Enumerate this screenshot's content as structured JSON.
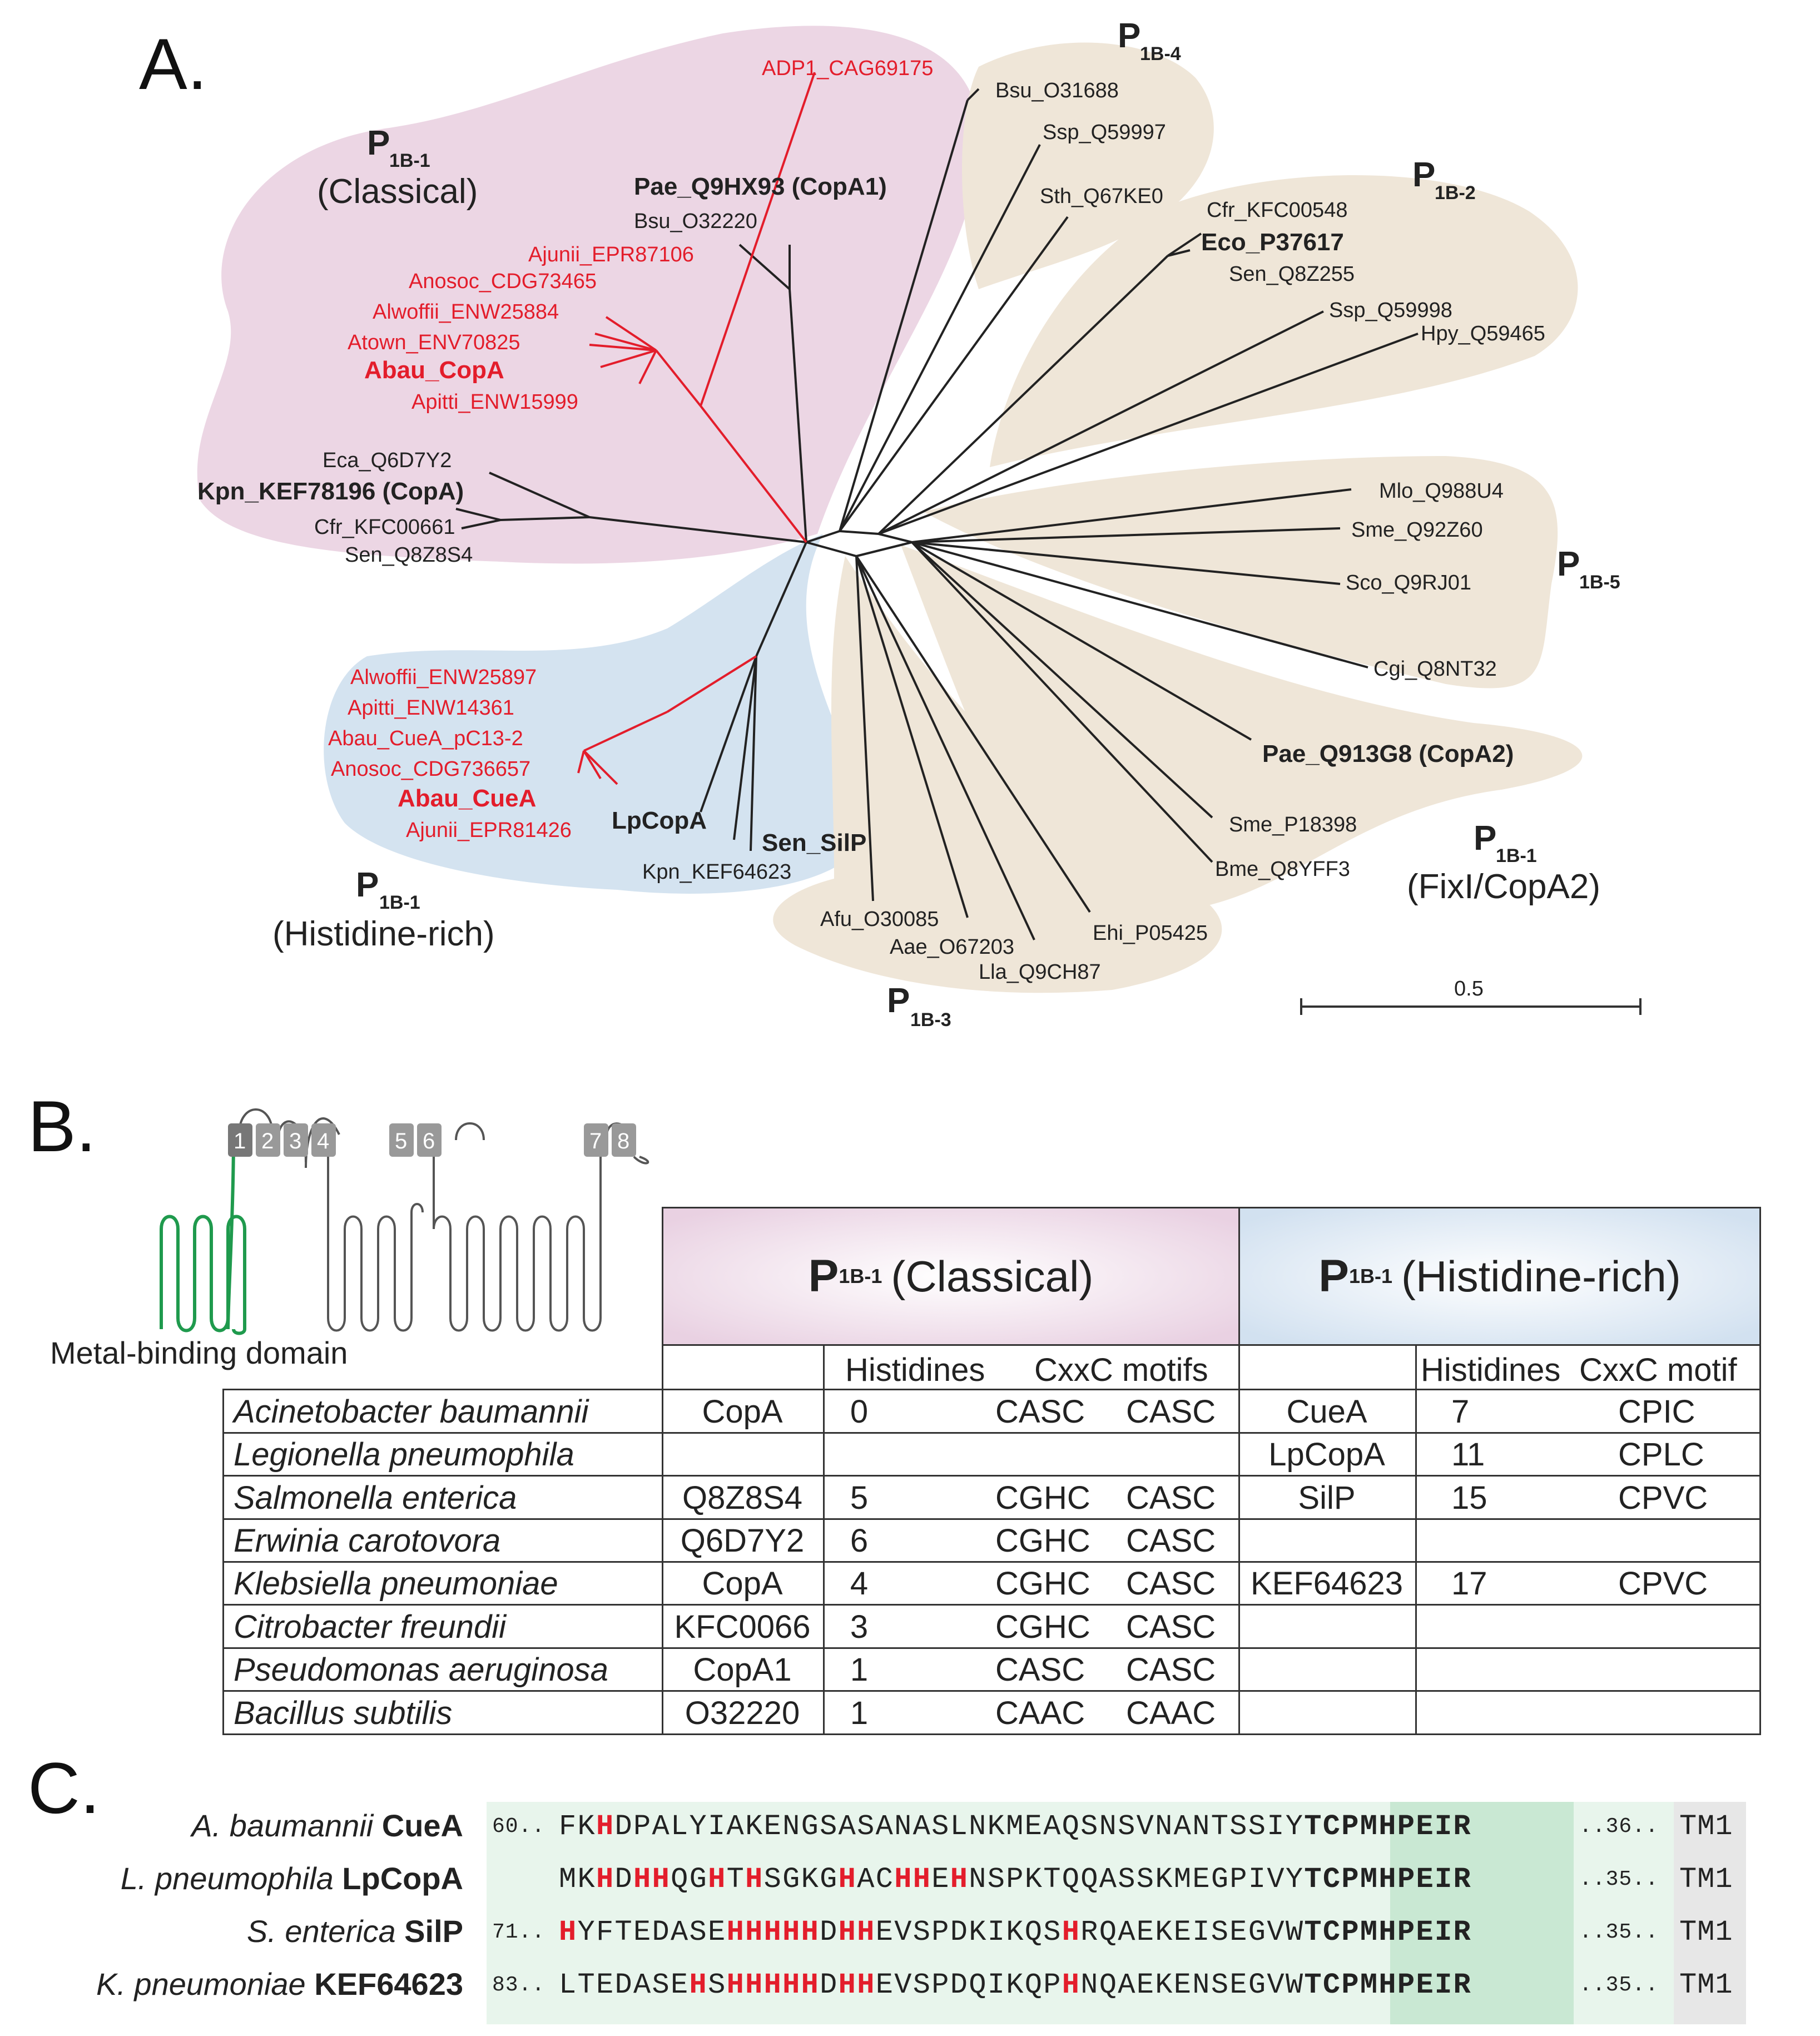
{
  "panels": {
    "a": "A.",
    "b": "B.",
    "c": "C."
  },
  "tree": {
    "groups": {
      "p1b1_classical": {
        "p": "P",
        "sub": "1B-1",
        "name": "(Classical)"
      },
      "p1b1_his": {
        "p": "P",
        "sub": "1B-1",
        "name": "(Histidine-rich)"
      },
      "p1b1_fix": {
        "p": "P",
        "sub": "1B-1",
        "name": "(FixI/CopA2)"
      },
      "p1b2": {
        "p": "P",
        "sub": "1B-2"
      },
      "p1b3": {
        "p": "P",
        "sub": "1B-3"
      },
      "p1b4": {
        "p": "P",
        "sub": "1B-4"
      },
      "p1b5": {
        "p": "P",
        "sub": "1B-5"
      }
    },
    "leaves": [
      {
        "t": "ADP1_CAG69175",
        "c": "red"
      },
      {
        "t": "Pae_Q9HX93 (CopA1)",
        "c": "bold"
      },
      {
        "t": "Bsu_O32220",
        "c": ""
      },
      {
        "t": "Ajunii_EPR87106",
        "c": "red"
      },
      {
        "t": "Anosoc_CDG73465",
        "c": "red"
      },
      {
        "t": "Alwoffii_ENW25884",
        "c": "red"
      },
      {
        "t": "Atown_ENV70825",
        "c": "red"
      },
      {
        "t": "Abau_CopA",
        "c": "redbold"
      },
      {
        "t": "Apitti_ENW15999",
        "c": "red"
      },
      {
        "t": "Eca_Q6D7Y2",
        "c": ""
      },
      {
        "t": "Kpn_KEF78196 (CopA)",
        "c": "bold"
      },
      {
        "t": "Cfr_KFC00661",
        "c": ""
      },
      {
        "t": "Sen_Q8Z8S4",
        "c": ""
      },
      {
        "t": "Alwoffii_ENW25897",
        "c": "red"
      },
      {
        "t": "Apitti_ENW14361",
        "c": "red"
      },
      {
        "t": "Abau_CueA_pC13-2",
        "c": "red"
      },
      {
        "t": "Anosoc_CDG736657",
        "c": "red"
      },
      {
        "t": "Abau_CueA",
        "c": "redbold"
      },
      {
        "t": "Ajunii_EPR81426",
        "c": "red"
      },
      {
        "t": "LpCopA",
        "c": "bold"
      },
      {
        "t": "Sen_SilP",
        "c": "bold"
      },
      {
        "t": "Kpn_KEF64623",
        "c": ""
      },
      {
        "t": "Bsu_O31688",
        "c": ""
      },
      {
        "t": "Ssp_Q59997",
        "c": ""
      },
      {
        "t": "Sth_Q67KE0",
        "c": ""
      },
      {
        "t": "Cfr_KFC00548",
        "c": ""
      },
      {
        "t": "Eco_P37617",
        "c": "bold"
      },
      {
        "t": "Sen_Q8Z255",
        "c": ""
      },
      {
        "t": "Ssp_Q59998",
        "c": ""
      },
      {
        "t": "Hpy_Q59465",
        "c": ""
      },
      {
        "t": "Mlo_Q988U4",
        "c": ""
      },
      {
        "t": "Sme_Q92Z60",
        "c": ""
      },
      {
        "t": "Sco_Q9RJ01",
        "c": ""
      },
      {
        "t": "Cgi_Q8NT32",
        "c": ""
      },
      {
        "t": "Pae_Q913G8 (CopA2)",
        "c": "bold"
      },
      {
        "t": "Sme_P18398",
        "c": ""
      },
      {
        "t": "Bme_Q8YFF3",
        "c": ""
      },
      {
        "t": "Afu_O30085",
        "c": ""
      },
      {
        "t": "Aae_O67203",
        "c": ""
      },
      {
        "t": "Lla_Q9CH87",
        "c": ""
      },
      {
        "t": "Ehi_P05425",
        "c": ""
      }
    ],
    "scale_label": "0.5",
    "colors": {
      "classical": "#e9d3e1",
      "his": "#d6e3f0",
      "other": "#efe7da",
      "red": "#e31d2b"
    }
  },
  "topology": {
    "segments": [
      "1",
      "2",
      "3",
      "4",
      "5",
      "6",
      "7",
      "8"
    ],
    "domain_label": "Metal-binding domain"
  },
  "table": {
    "head_classical": {
      "p": "P",
      "sub": "1B-1",
      "name": "(Classical)"
    },
    "head_his": {
      "p": "P",
      "sub": "1B-1",
      "name": "(Histidine-rich)"
    },
    "sub_cls": {
      "his": "Histidines",
      "cxxc": "CxxC motifs"
    },
    "sub_his": {
      "his": "Histidines",
      "cxxc": "CxxC motif"
    },
    "rows": [
      {
        "org": "Acinetobacter baumannii",
        "c_id": "CopA",
        "c_his": "0",
        "c_m1": "CASC",
        "c_m2": "CASC",
        "h_id": "CueA",
        "h_his": "7",
        "h_m": "CPIC"
      },
      {
        "org": "Legionella pneumophila",
        "c_id": "",
        "c_his": "",
        "c_m1": "",
        "c_m2": "",
        "h_id": "LpCopA",
        "h_his": "11",
        "h_m": "CPLC"
      },
      {
        "org": "Salmonella enterica",
        "c_id": "Q8Z8S4",
        "c_his": "5",
        "c_m1": "CGHC",
        "c_m2": "CASC",
        "h_id": "SilP",
        "h_his": "15",
        "h_m": "CPVC"
      },
      {
        "org": "Erwinia carotovora",
        "c_id": "Q6D7Y2",
        "c_his": "6",
        "c_m1": "CGHC",
        "c_m2": "CASC",
        "h_id": "",
        "h_his": "",
        "h_m": ""
      },
      {
        "org": "Klebsiella pneumoniae",
        "c_id": "CopA",
        "c_his": "4",
        "c_m1": "CGHC",
        "c_m2": "CASC",
        "h_id": "KEF64623",
        "h_his": "17",
        "h_m": "CPVC"
      },
      {
        "org": "Citrobacter freundii",
        "c_id": "KFC0066",
        "c_his": "3",
        "c_m1": "CGHC",
        "c_m2": "CASC",
        "h_id": "",
        "h_his": "",
        "h_m": ""
      },
      {
        "org": "Pseudomonas aeruginosa",
        "c_id": "CopA1",
        "c_his": "1",
        "c_m1": "CASC",
        "c_m2": "CASC",
        "h_id": "",
        "h_his": "",
        "h_m": ""
      },
      {
        "org": "Bacillus subtilis",
        "c_id": "O32220",
        "c_his": "1",
        "c_m1": "CAAC",
        "c_m2": "CAAC",
        "h_id": "",
        "h_his": "",
        "h_m": ""
      }
    ]
  },
  "alignment": {
    "rows": [
      {
        "sp": "A. baumannii",
        "prot": "CueA",
        "start": "60..",
        "seq": "FKHDPALYIAKENGSASANASLNKMEAQSNSVNANTSSIYTCPMHPEIR",
        "gap": "..36..",
        "tm": "TM1"
      },
      {
        "sp": "L. pneumophila",
        "prot": "LpCopA",
        "start": "",
        "seq": "MKHDHHQGHTHSGKGHACHHEHNSPKTQQASSKMEGPIVYTCPMHPEIR",
        "gap": "..35..",
        "tm": "TM1"
      },
      {
        "sp": "S. enterica",
        "prot": "SilP",
        "start": "71..",
        "seq": "HYFTEDASEHHHHHDHHEVSPDKIKQSHRQAEKEISEGVWTCPMHPEIR",
        "gap": "..35..",
        "tm": "TM1"
      },
      {
        "sp": "K. pneumoniae",
        "prot": "KEF64623",
        "start": "83..",
        "seq": "LTEDASEHSHHHHHDHHEVSPDQIKQPHNQAEKENSEGVWTCPMHPEIR",
        "gap": "..35..",
        "tm": "TM1"
      }
    ],
    "motif": "TCPMHPEIR"
  }
}
